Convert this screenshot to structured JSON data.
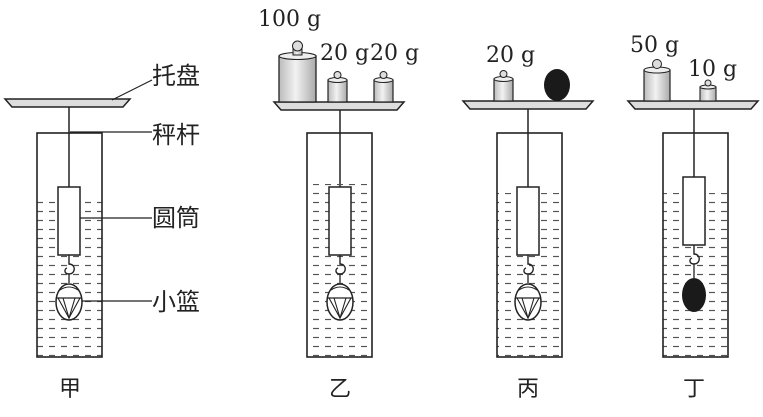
{
  "diagram": {
    "labels": {
      "tray": "托盘",
      "rod": "秤杆",
      "cylinder": "圆筒",
      "basket": "小篮"
    },
    "panels": [
      {
        "id": "jia",
        "caption": "甲",
        "weights": []
      },
      {
        "id": "yi",
        "caption": "乙",
        "weights": [
          "100 g",
          "20 g",
          "20 g"
        ]
      },
      {
        "id": "bing",
        "caption": "丙",
        "weights": [
          "20 g"
        ]
      },
      {
        "id": "ding",
        "caption": "丁",
        "weights": [
          "50 g",
          "10 g"
        ]
      }
    ],
    "colors": {
      "line": "#222222",
      "water_dash": "#555555",
      "weight_fill": "#dddddd",
      "stone": "#1a1a1a"
    }
  }
}
